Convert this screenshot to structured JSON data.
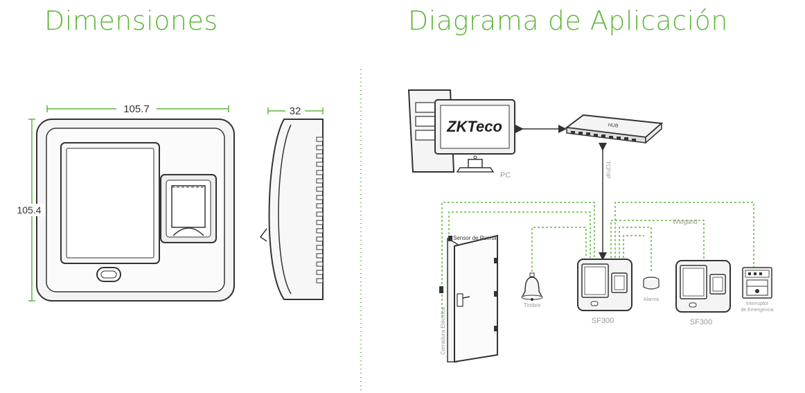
{
  "titles": {
    "dimensions": "Dimensiones",
    "application": "Diagrama de Aplicación"
  },
  "dimensions": {
    "width": "105.7",
    "height": "105.4",
    "depth": "32"
  },
  "diagram": {
    "pc": "PC",
    "brand_logo": "ZKTeco",
    "hub": "HUB",
    "tcpip": "TCP/IP",
    "wiegand": "Wiegand",
    "door_sensor": "Sensor de Puerta",
    "electric_lock": "Cerradura Eléctrica",
    "bell": "Timbre",
    "alarm": "Alarma",
    "device_1": "SF300",
    "device_2": "SF300",
    "emergency_line1": "Interruptor",
    "emergency_line2": "de Emergencia"
  },
  "colors": {
    "accent": "#5fb83a",
    "line": "#333333",
    "dashed": "#5fb83a"
  }
}
